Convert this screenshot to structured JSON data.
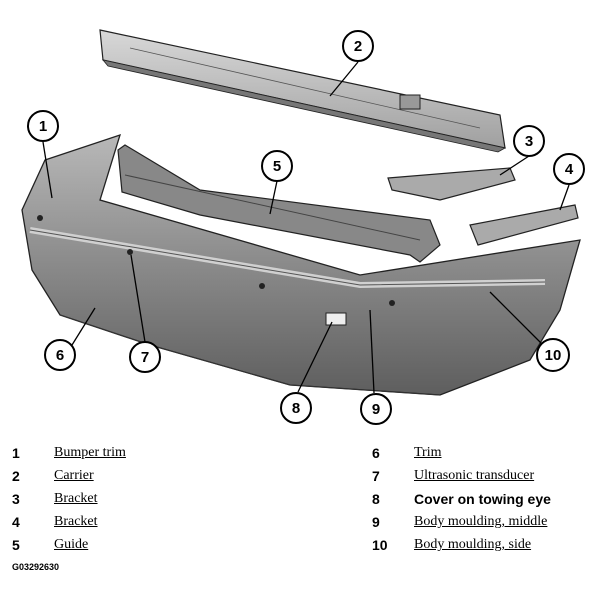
{
  "callouts": [
    {
      "number": "1"
    },
    {
      "number": "2"
    },
    {
      "number": "3"
    },
    {
      "number": "4"
    },
    {
      "number": "5"
    },
    {
      "number": "6"
    },
    {
      "number": "7"
    },
    {
      "number": "8"
    },
    {
      "number": "9"
    },
    {
      "number": "10"
    }
  ],
  "legend": [
    {
      "number": "1",
      "label": "Bumper trim"
    },
    {
      "number": "2",
      "label": "Carrier"
    },
    {
      "number": "3",
      "label": "Bracket"
    },
    {
      "number": "4",
      "label": "Bracket"
    },
    {
      "number": "5",
      "label": "Guide"
    },
    {
      "number": "6",
      "label": "Trim"
    },
    {
      "number": "7",
      "label": "Ultrasonic transducer"
    },
    {
      "number": "8",
      "label": "Cover on towing eye"
    },
    {
      "number": "9",
      "label": "Body moulding, middle"
    },
    {
      "number": "10",
      "label": "Body moulding, side"
    }
  ],
  "figure_code": "G03292630"
}
